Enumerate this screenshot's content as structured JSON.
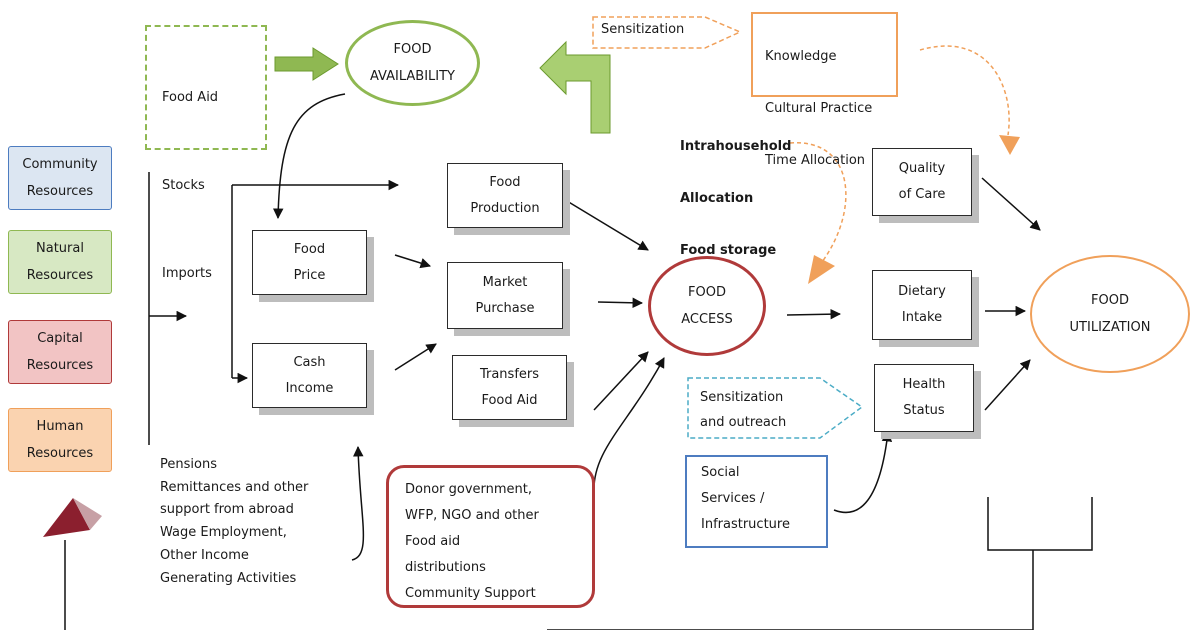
{
  "colors": {
    "green": "#8fb852",
    "green_dark": "#6b9a2e",
    "orange": "#f0a05a",
    "red": "#b03a3a",
    "blue": "#4d7cc0",
    "teal": "#4bacc6",
    "arrow": "#111111",
    "community_fill": "#dce6f2",
    "natural_fill": "#d7e8c3",
    "capital_fill": "#f2c4c4",
    "human_fill": "#fad3b0"
  },
  "food_availability": "FOOD\nAVAILABILITY",
  "food_access": "FOOD\nACCESS",
  "food_utilization": "FOOD\nUTILIZATION",
  "supply_sources": {
    "food_aid": "Food Aid",
    "stocks": "Stocks",
    "imports": "Imports"
  },
  "sensitization": "Sensitization",
  "knowledge_items": [
    "Knowledge",
    "Cultural Practice",
    "Time Allocation"
  ],
  "intrahousehold": [
    "Intrahousehold",
    "Allocation",
    "Food storage"
  ],
  "resources": {
    "community": "Community\nResources",
    "natural": "Natural\nResources",
    "capital": "Capital\nResources",
    "human": "Human\nResources"
  },
  "boxes": {
    "food_production": "Food\nProduction",
    "food_price": "Food\nPrice",
    "market_purchase": "Market\nPurchase",
    "cash_income": "Cash\nIncome",
    "transfers": "Transfers\nFood Aid",
    "quality_of_care": "Quality\nof Care",
    "dietary_intake": "Dietary\nIntake",
    "health_status": "Health\nStatus"
  },
  "income_sources": "Pensions\n Remittances and other\nsupport from abroad\nWage Employment,\nOther Income\nGenerating Activities",
  "donor_support": "Donor government,\n WFP, NGO and other\nFood  aid\ndistributions\nCommunity Support",
  "sensitization_outreach": "Sensitization\nand outreach",
  "social_services": "Social\nServices /\nInfrastructure"
}
